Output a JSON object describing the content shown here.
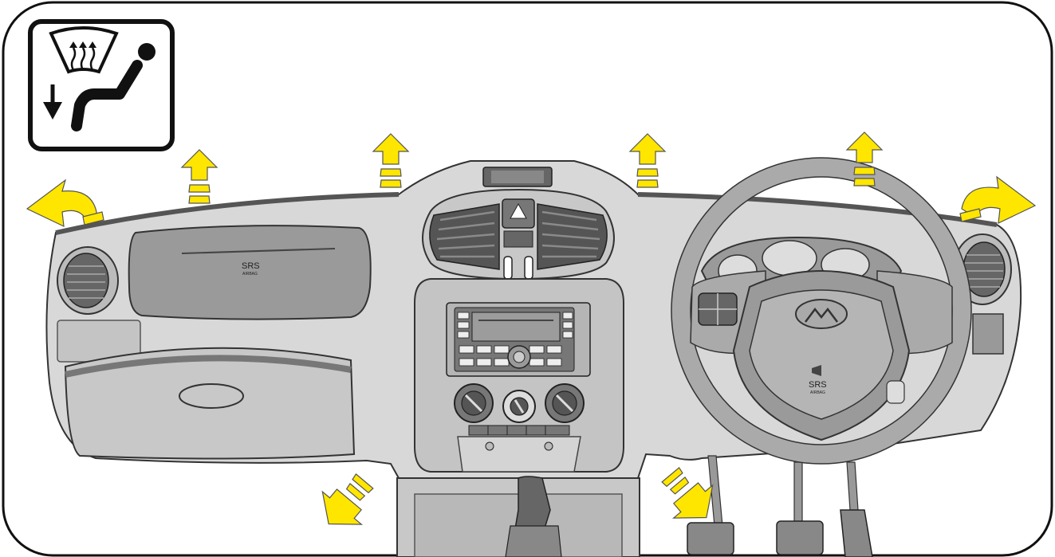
{
  "diagram": {
    "mode_icon": "defrost-floor-mode-icon",
    "airflow_arrow_color": "#ffe600",
    "dashboard_color": "#d8d8d8",
    "dark_panel_color": "#9a9a9a",
    "labels": {
      "passenger_airbag": "SRS",
      "passenger_airbag_sub": "AIRBAG",
      "driver_airbag": "SRS",
      "driver_airbag_sub": "AIRBAG"
    }
  }
}
